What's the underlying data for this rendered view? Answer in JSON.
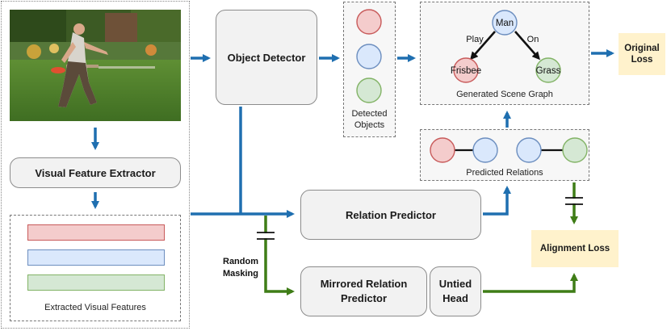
{
  "labels": {
    "object_detector": "Object Detector",
    "visual_feature_extractor": "Visual Feature Extractor",
    "relation_predictor": "Relation Predictor",
    "mirrored_relation_predictor": "Mirrored Relation Predictor",
    "untied_head": "Untied Head",
    "original_loss": "Original Loss",
    "alignment_loss": "Alignment Loss",
    "detected_objects": "Detected Objects",
    "generated_scene_graph": "Generated Scene Graph",
    "predicted_relations": "Predicted Relations",
    "extracted_visual_features": "Extracted Visual Features",
    "random_masking": "Random Masking"
  },
  "scene_graph": {
    "nodes": [
      "Man",
      "Frisbee",
      "Grass"
    ],
    "edges": [
      {
        "from": "Man",
        "to": "Frisbee",
        "label": "Play"
      },
      {
        "from": "Man",
        "to": "Grass",
        "label": "On"
      }
    ]
  },
  "colors": {
    "blue_arrow": "#1f6fb0",
    "green_arrow": "#3f7d17",
    "red_fill": "#f4cccc",
    "red_stroke": "#c85a5a",
    "blue_fill": "#dae8fc",
    "blue_stroke": "#6c8ebf",
    "green_fill": "#d5e8d4",
    "green_stroke": "#82b366",
    "loss_fill": "#fff2cc"
  },
  "image": {
    "subject": "man throwing frisbee on grass"
  }
}
